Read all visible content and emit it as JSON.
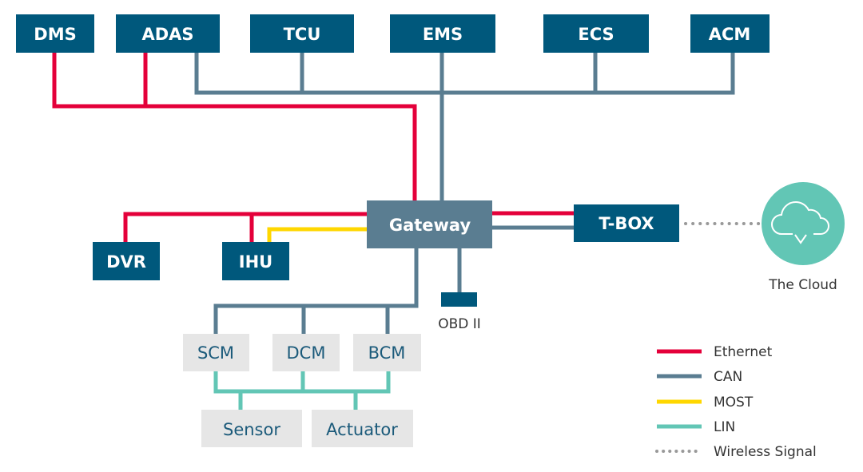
{
  "top_nodes": [
    "DMS",
    "ADAS",
    "TCU",
    "EMS",
    "ECS",
    "ACM"
  ],
  "gateway": "Gateway",
  "tbox": "T-BOX",
  "dvr": "DVR",
  "ihu": "IHU",
  "obd": "OBD II",
  "cloud": {
    "label": "The Cloud",
    "icon": "cloud-download-icon"
  },
  "can_nodes": [
    "SCM",
    "DCM",
    "BCM"
  ],
  "lin_nodes": [
    "Sensor",
    "Actuator"
  ],
  "legend": [
    {
      "label": "Ethernet",
      "color": "#e4003a"
    },
    {
      "label": "CAN",
      "color": "#5a7d91"
    },
    {
      "label": "MOST",
      "color": "#ffd700"
    },
    {
      "label": "LIN",
      "color": "#62c6b5"
    },
    {
      "label": "Wireless Signal",
      "color": "#999999"
    }
  ],
  "colors": {
    "node": "#00587c",
    "gateway": "#5a7d91",
    "sub_node": "#e6e6e6",
    "cloud": "#62c6b5"
  }
}
